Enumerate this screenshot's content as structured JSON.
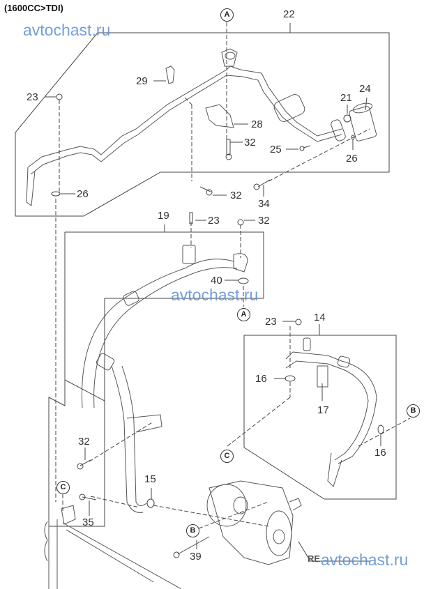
{
  "header": {
    "title": "(1600CC>TDI)",
    "watermarks": [
      "avtochast.ru",
      "avtochast.ru",
      "avtochast.ru"
    ]
  },
  "colors": {
    "line": "#444444",
    "text": "#333333",
    "watermark": "#5b8fd6"
  },
  "reference_markers": {
    "A_top": "A",
    "A_mid": "A",
    "B_right": "B",
    "B_bottom": "B",
    "C_mid": "C",
    "C_left": "C"
  },
  "groups": {
    "upper_pipe": "22",
    "discharge_hose": "19",
    "suction_pipe": "14"
  },
  "callouts": {
    "p23_a": "23",
    "p29": "29",
    "p28": "28",
    "p32_a": "32",
    "p21": "21",
    "p24": "24",
    "p25": "25",
    "p26_a": "26",
    "p26_b": "26",
    "p32_b": "32",
    "p34": "34",
    "p23_b": "23",
    "p32_c": "32",
    "p40": "40",
    "p23_c": "23",
    "p16_a": "16",
    "p17": "17",
    "p16_b": "16",
    "p32_d": "32",
    "p15": "15",
    "p35": "35",
    "p39": "39"
  },
  "reference_note": "RE"
}
